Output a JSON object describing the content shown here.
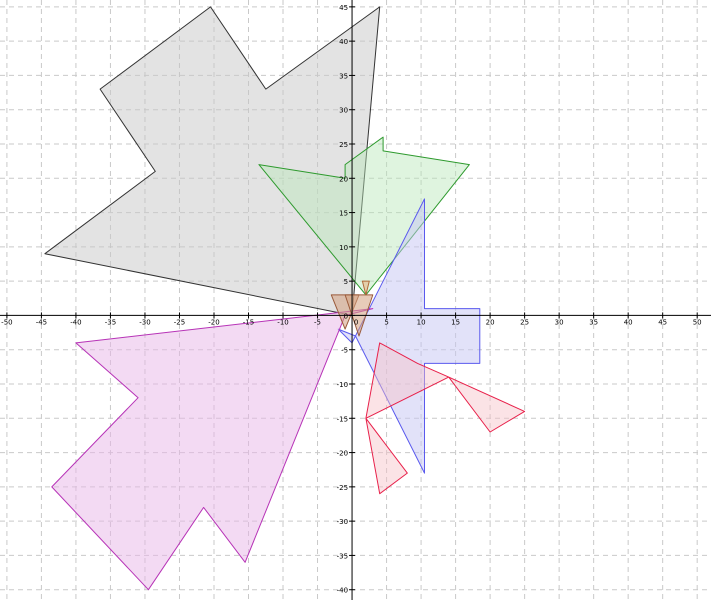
{
  "chart_data": {
    "type": "polygon-plot",
    "xlim": [
      -51,
      52
    ],
    "ylim": [
      -41.5,
      46
    ],
    "grid": true,
    "grid_step": 5,
    "x_ticks": [
      -50,
      -45,
      -40,
      -35,
      -30,
      -25,
      -20,
      -15,
      -10,
      -5,
      0,
      5,
      10,
      15,
      20,
      25,
      30,
      35,
      40,
      45,
      50
    ],
    "y_ticks": [
      -40,
      -35,
      -30,
      -25,
      -20,
      -15,
      -10,
      -5,
      0,
      5,
      10,
      15,
      20,
      25,
      30,
      35,
      40,
      45
    ],
    "x_tick_labels": [
      "-50",
      "-45",
      "-40",
      "-35",
      "-30",
      "-25",
      "-20",
      "-15",
      "-10",
      "-5",
      "0",
      "5",
      "10",
      "15",
      "20",
      "25",
      "30",
      "35",
      "40",
      "45",
      "50"
    ],
    "y_tick_labels": [
      "-40",
      "-35",
      "-30",
      "-25",
      "-20",
      "-15",
      "-10",
      "-5",
      "0",
      "5",
      "10",
      "15",
      "20",
      "25",
      "30",
      "35",
      "40",
      "45"
    ],
    "polygons": [
      {
        "id": "gray-star",
        "stroke": "#333333",
        "fill": "#c8c8c8",
        "fill_opacity": 0.5,
        "points": [
          [
            0,
            0
          ],
          [
            -44.5,
            9
          ],
          [
            -28.5,
            21
          ],
          [
            -36.5,
            33
          ],
          [
            -20.5,
            45
          ],
          [
            -12.5,
            33
          ],
          [
            4,
            45
          ]
        ]
      },
      {
        "id": "green-arrow",
        "stroke": "#2e9a2e",
        "fill": "#b9e6b9",
        "fill_opacity": 0.45,
        "points": [
          [
            2,
            3
          ],
          [
            -13.5,
            22
          ],
          [
            -1,
            20
          ],
          [
            -1,
            22
          ],
          [
            4.5,
            26
          ],
          [
            4.5,
            24
          ],
          [
            17,
            22
          ]
        ]
      },
      {
        "id": "blue-shape",
        "stroke": "#5a5aee",
        "fill": "#c6c6f4",
        "fill_opacity": 0.5,
        "points": [
          [
            0,
            -4
          ],
          [
            10.5,
            17
          ],
          [
            10.5,
            1
          ],
          [
            18.5,
            1
          ],
          [
            18.5,
            -7
          ],
          [
            10.5,
            -7
          ],
          [
            10.5,
            -23
          ],
          [
            0.5,
            -3
          ],
          [
            -2,
            -2
          ]
        ]
      },
      {
        "id": "red-shape",
        "stroke": "#e8204a",
        "fill": "#f7c0c8",
        "fill_opacity": 0.45,
        "points": [
          [
            4,
            -4
          ],
          [
            9.5,
            -7
          ],
          [
            14,
            -9
          ],
          [
            25,
            -14
          ],
          [
            20,
            -17
          ],
          [
            14,
            -9
          ],
          [
            2,
            -15
          ],
          [
            8,
            -23
          ],
          [
            4,
            -26
          ],
          [
            2,
            -15
          ]
        ]
      },
      {
        "id": "magenta-arrow",
        "stroke": "#b733b7",
        "fill": "#e8b5e8",
        "fill_opacity": 0.5,
        "points": [
          [
            3,
            1
          ],
          [
            -40,
            -4
          ],
          [
            -31,
            -12
          ],
          [
            -43.5,
            -25
          ],
          [
            -29.5,
            -40
          ],
          [
            -21.5,
            -28
          ],
          [
            -15.5,
            -36
          ],
          [
            -1,
            0
          ]
        ]
      },
      {
        "id": "brown-triangle-left",
        "stroke": "#9a5a3a",
        "fill": "#d4a080",
        "fill_opacity": 0.55,
        "points": [
          [
            -3,
            3
          ],
          [
            1,
            3
          ],
          [
            -1,
            -2
          ]
        ]
      },
      {
        "id": "brown-triangle-right",
        "stroke": "#9a5a3a",
        "fill": "#d4a080",
        "fill_opacity": 0.55,
        "points": [
          [
            -1,
            3
          ],
          [
            3,
            3
          ],
          [
            1,
            -3
          ]
        ]
      },
      {
        "id": "orange-marker",
        "stroke": "#b06a3a",
        "fill": "#e8b080",
        "fill_opacity": 0.55,
        "points": [
          [
            1.5,
            5
          ],
          [
            2.5,
            5
          ],
          [
            2,
            3
          ]
        ]
      }
    ]
  }
}
